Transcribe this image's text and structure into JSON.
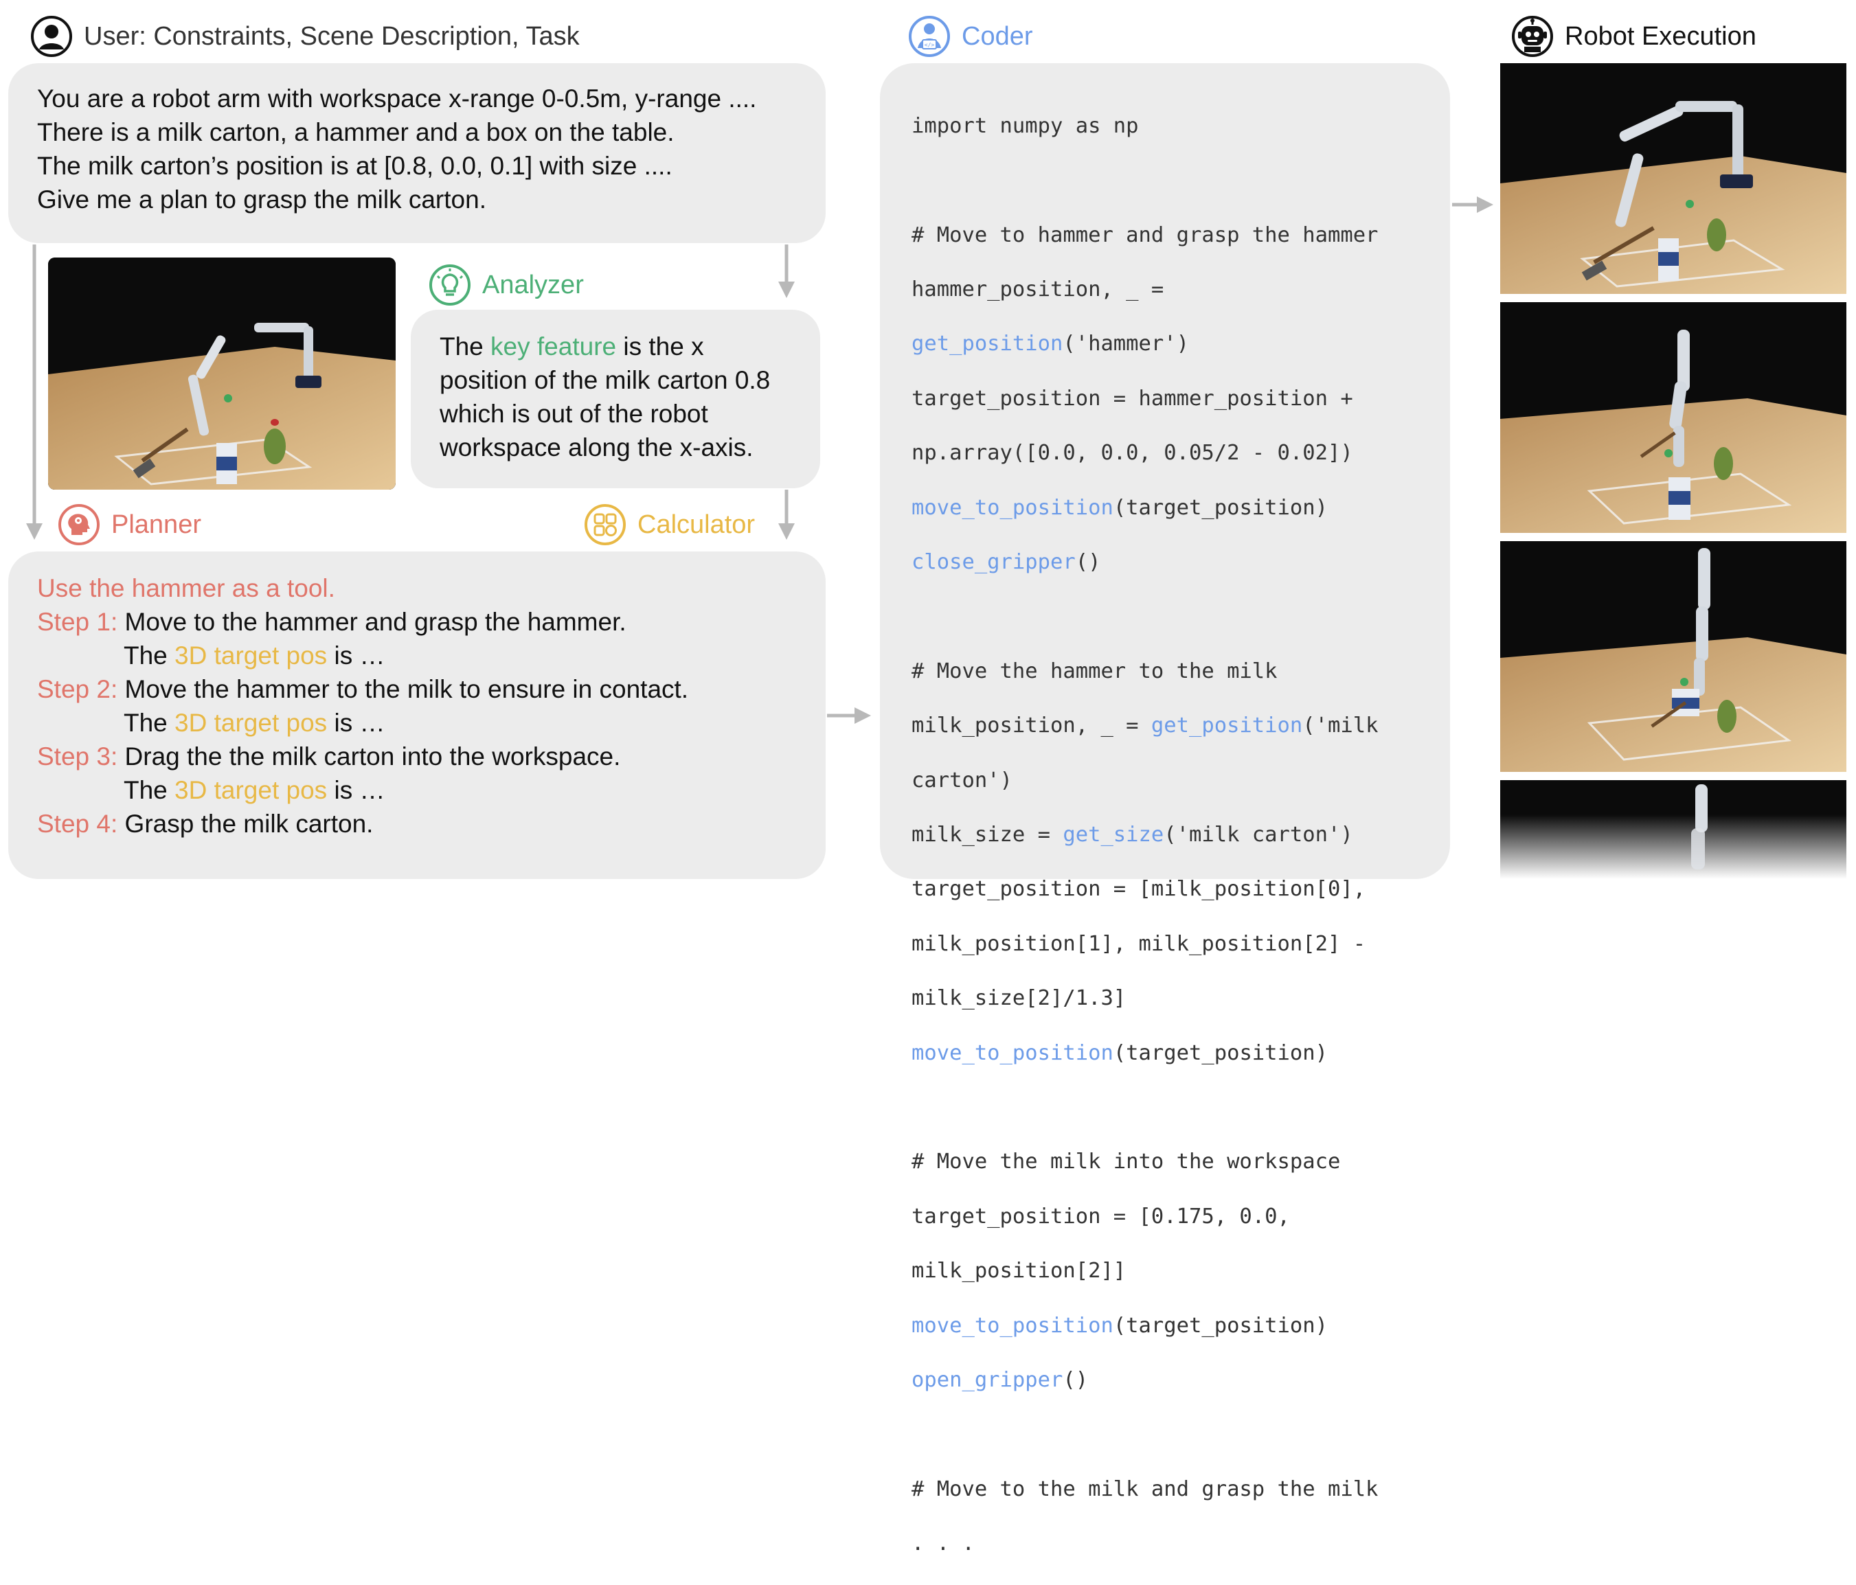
{
  "user": {
    "header": "User: Constraints, Scene Description, Task",
    "lines": [
      "You are a robot arm with workspace x-range 0-0.5m, y-range ....",
      "There is a milk carton, a hammer and a box on the table.",
      "The milk carton’s position is at [0.8, 0.0, 0.1] with size ....",
      "Give me a plan to grasp the milk carton."
    ]
  },
  "analyzer": {
    "header": "Analyzer",
    "text_pre": "The ",
    "text_key": "key feature",
    "text_post_1": " is the x",
    "line2": "position of the milk carton 0.8",
    "line3": "which is out of the robot",
    "line4": "workspace along the x-axis."
  },
  "planner": {
    "header": "Planner",
    "intro": "Use the hammer as a tool.",
    "steps": [
      {
        "label": "Step 1:",
        "text": "Move to the hammer and grasp the hammer.",
        "sub_pre": "The ",
        "sub_key": "3D target pos",
        "sub_post": " is …"
      },
      {
        "label": "Step 2:",
        "text": "Move the hammer to the milk to ensure in contact.",
        "sub_pre": "The ",
        "sub_key": "3D target pos",
        "sub_post": " is …"
      },
      {
        "label": "Step 3:",
        "text": "Drag the the milk carton into the workspace.",
        "sub_pre": "The ",
        "sub_key": "3D target pos",
        "sub_post": " is …"
      },
      {
        "label": "Step 4:",
        "text": "Grasp the milk carton."
      }
    ]
  },
  "calculator": {
    "header": "Calculator"
  },
  "coder": {
    "header": "Coder",
    "code": {
      "l1": "import numpy as np",
      "c1": "# Move to hammer and grasp the hammer",
      "l2": "hammer_position, _ =",
      "l3_fn": "get_position",
      "l3_rest": "('hammer')",
      "l4": "target_position = hammer_position +",
      "l5": "np.array([0.0, 0.0, 0.05/2 - 0.02])",
      "l6_fn": "move_to_position",
      "l6_rest": "(target_position)",
      "l7_fn": "close_gripper",
      "l7_rest": "()",
      "c2": "# Move the hammer to the milk",
      "l8_pre": "milk_position, _ = ",
      "l8_fn": "get_position",
      "l8_rest": "('milk",
      "l9": "carton')",
      "l10_pre": "milk_size = ",
      "l10_fn": "get_size",
      "l10_rest": "('milk carton')",
      "l11": "target_position = [milk_position[0],",
      "l12": "milk_position[1], milk_position[2] -",
      "l13": "milk_size[2]/1.3]",
      "l14_fn": "move_to_position",
      "l14_rest": "(target_position)",
      "c3": "# Move the milk into the workspace",
      "l15": "target_position = [0.175, 0.0,",
      "l16": "milk_position[2]]",
      "l17_fn": "move_to_position",
      "l17_rest": "(target_position)",
      "l18_fn": "open_gripper",
      "l18_rest": "()",
      "c4": "# Move to the milk and grasp the milk",
      "l19": ". . ."
    }
  },
  "execution": {
    "header": "Robot Execution"
  },
  "colors": {
    "panel": "#ececec",
    "analyzer": "#4caf76",
    "planner": "#e0756a",
    "calculator": "#e8b845",
    "coder": "#6c9be8",
    "arrow": "#b8b8b8"
  }
}
